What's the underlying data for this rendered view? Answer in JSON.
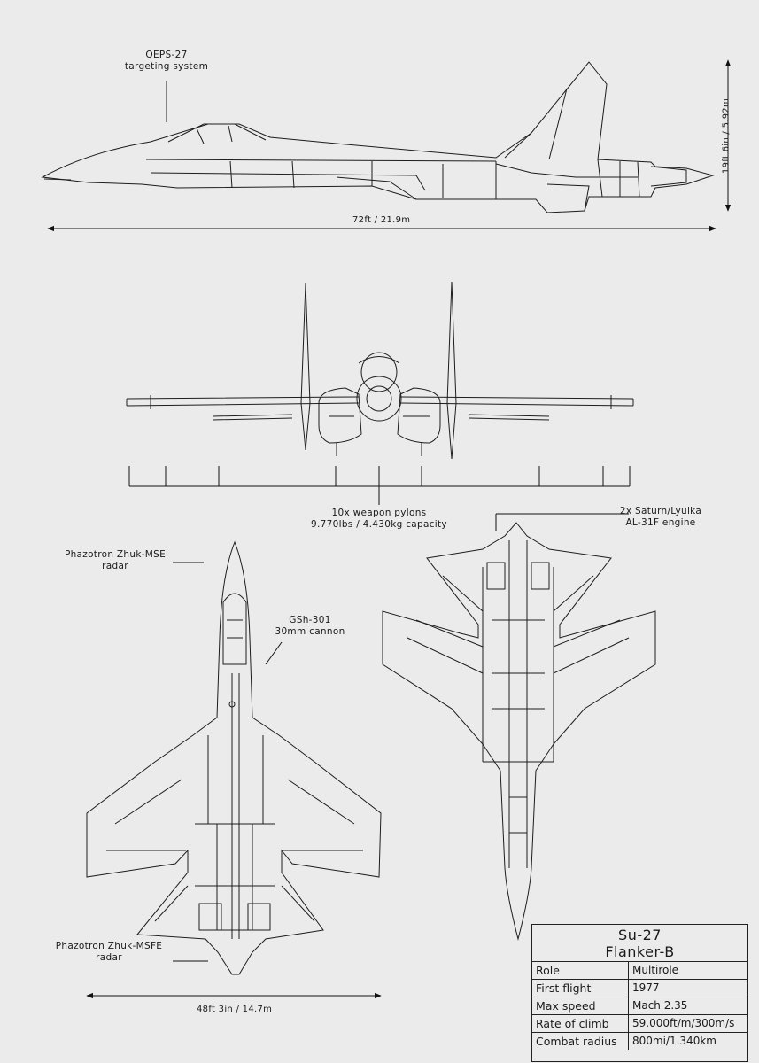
{
  "annotations": {
    "oeps_line1": "OEPS-27",
    "oeps_line2": "targeting system",
    "length_side": "72ft / 21.9m",
    "height": "19ft 6in / 5.92m",
    "pylons_line1": "10x weapon pylons",
    "pylons_line2": "9.770lbs / 4.430kg capacity",
    "engine_line1": "2x Saturn/Lyulka",
    "engine_line2": "AL-31F engine",
    "radar_top_line1": "Phazotron Zhuk-MSE",
    "radar_top_line2": "radar",
    "cannon_line1": "GSh-301",
    "cannon_line2": "30mm cannon",
    "radar_bottom_line1": "Phazotron Zhuk-MSFE",
    "radar_bottom_line2": "radar",
    "wingspan": "48ft 3in / 14.7m"
  },
  "specs": {
    "title": "Su-27",
    "subtitle": "Flanker-B",
    "rows": [
      {
        "key": "Role",
        "value": "Multirole"
      },
      {
        "key": "First flight",
        "value": "1977"
      },
      {
        "key": "Max speed",
        "value": "Mach 2.35"
      },
      {
        "key": "Rate of climb",
        "value": "59.000ft/m/300m/s"
      },
      {
        "key": "Combat radius",
        "value": "800mi/1.340km"
      }
    ]
  }
}
